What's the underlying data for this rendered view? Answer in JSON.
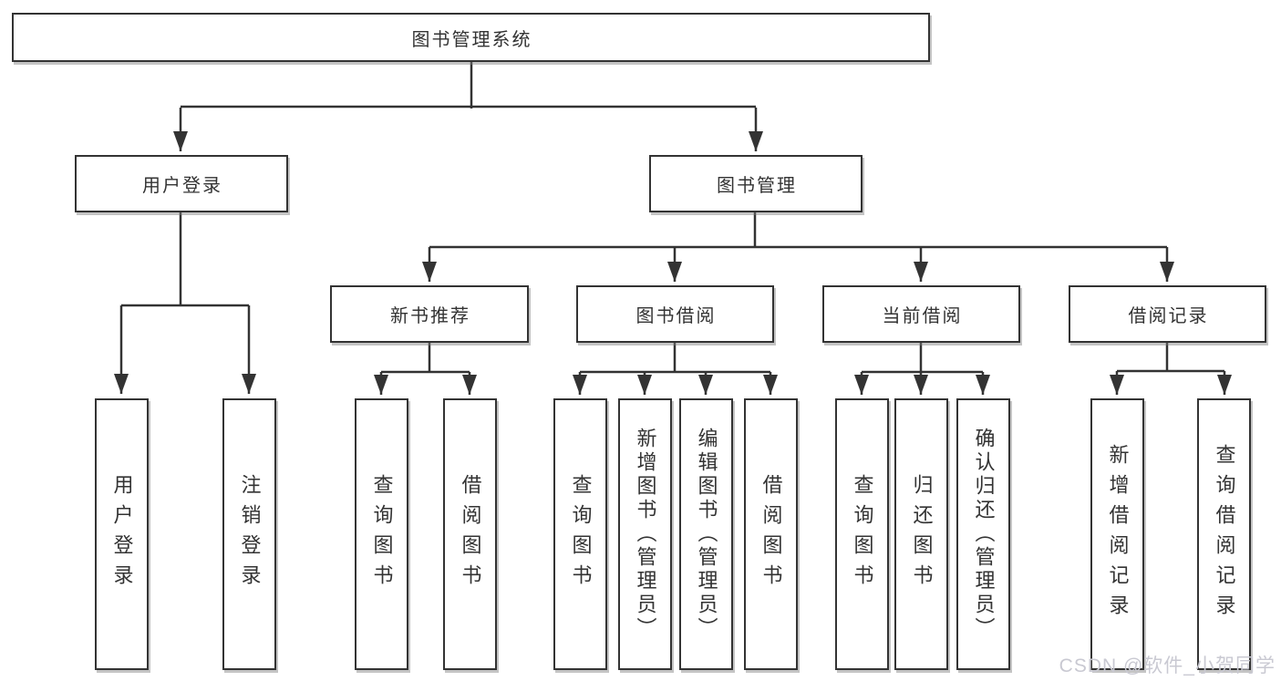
{
  "theme": {
    "line": "#333333",
    "text": "#333333",
    "background": "#ffffff",
    "watermark": "#c9c9d2"
  },
  "nodes": {
    "root": "图书管理系统",
    "user_login": "用户登录",
    "book_management": "图书管理",
    "new_book_recommend": "新书推荐",
    "book_borrow": "图书借阅",
    "current_borrow": "当前借阅",
    "borrow_records": "借阅记录"
  },
  "leaves": {
    "user_login": "用户登录",
    "logout": "注销登录",
    "query_book_recommend": "查询图书",
    "borrow_book_recommend": "借阅图书",
    "query_book_borrow": "查询图书",
    "add_book_admin": "新增图书（管理员）",
    "edit_book_admin": "编辑图书（管理员）",
    "borrow_book_2": "借阅图书",
    "query_book_current": "查询图书",
    "return_book": "归还图书",
    "confirm_return_admin": "确认归还（管理员）",
    "add_borrow_record": "新增借阅记录",
    "query_borrow_record": "查询借阅记录"
  },
  "watermark": "CSDN @软件_小贺同学"
}
